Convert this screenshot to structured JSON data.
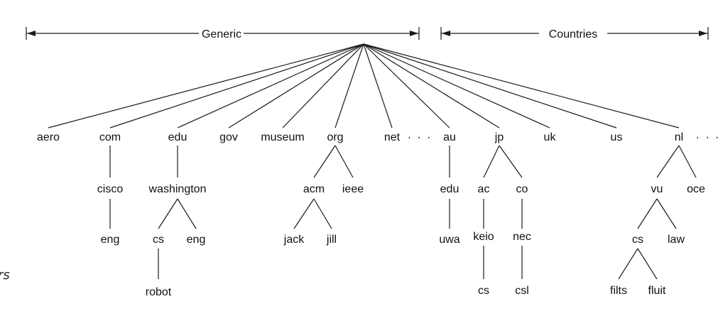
{
  "headers": {
    "generic": "Generic",
    "countries": "Countries"
  },
  "ellipsis": "· · ·",
  "edge_text": "rs",
  "nodes": {
    "aero": "aero",
    "com": "com",
    "edu": "edu",
    "gov": "gov",
    "museum": "museum",
    "org": "org",
    "net": "net",
    "au": "au",
    "jp": "jp",
    "uk": "uk",
    "us": "us",
    "nl": "nl",
    "cisco": "cisco",
    "washington": "washington",
    "acm": "acm",
    "ieee": "ieee",
    "au_edu": "edu",
    "ac": "ac",
    "co": "co",
    "vu": "vu",
    "oce": "oce",
    "cisco_eng": "eng",
    "wash_cs": "cs",
    "wash_eng": "eng",
    "jack": "jack",
    "jill": "jill",
    "uwa": "uwa",
    "keio": "keio",
    "nec": "nec",
    "vu_cs": "cs",
    "law": "law",
    "robot": "robot",
    "keio_cs": "cs",
    "csl": "csl",
    "filts": "filts",
    "fluit": "fluit"
  }
}
